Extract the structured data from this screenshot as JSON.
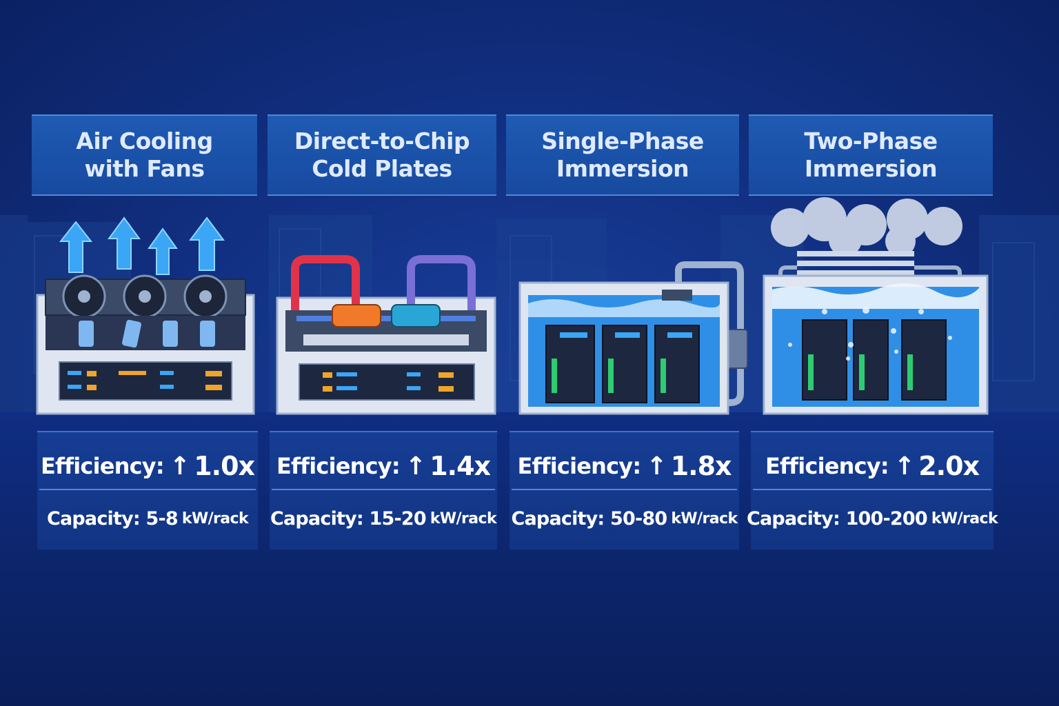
{
  "methods": [
    {
      "title": "Air Cooling\nwith Fans",
      "efficiency_label": "Efficiency:",
      "efficiency_arrow": "↑",
      "efficiency_value": "1.0x",
      "capacity_label": "Capacity:",
      "capacity_value": "5-8",
      "capacity_unit": "kW/rack"
    },
    {
      "title": "Direct-to-Chip\nCold Plates",
      "efficiency_label": "Efficiency:",
      "efficiency_arrow": "↑",
      "efficiency_value": "1.4x",
      "capacity_label": "Capacity:",
      "capacity_value": "15-20",
      "capacity_unit": "kW/rack"
    },
    {
      "title": "Single-Phase\nImmersion",
      "efficiency_label": "Efficiency:",
      "efficiency_arrow": "↑",
      "efficiency_value": "1.8x",
      "capacity_label": "Capacity:",
      "capacity_value": "50-80",
      "capacity_unit": "kW/rack"
    },
    {
      "title": "Two-Phase\nImmersion",
      "efficiency_label": "Efficiency:",
      "efficiency_arrow": "↑",
      "efficiency_value": "2.0x",
      "capacity_label": "Capacity:",
      "capacity_value": "100-200",
      "capacity_unit": "kW/rack"
    }
  ],
  "icons": [
    "airflow-arrow-icon",
    "fan-icon",
    "cold-plate-icon",
    "coolant-pipe-icon",
    "immersion-tank-icon",
    "server-blade-icon",
    "vapor-cloud-icon",
    "condenser-icon"
  ],
  "colors": {
    "background": "#123184",
    "panel": "#174a9f",
    "panel_border": "#4f8ad8",
    "hot_pipe": "#e0334a",
    "cold_pipe": "#4f7fe0",
    "coolant": "#2f8fe6",
    "accent_green": "#2ecc71"
  }
}
